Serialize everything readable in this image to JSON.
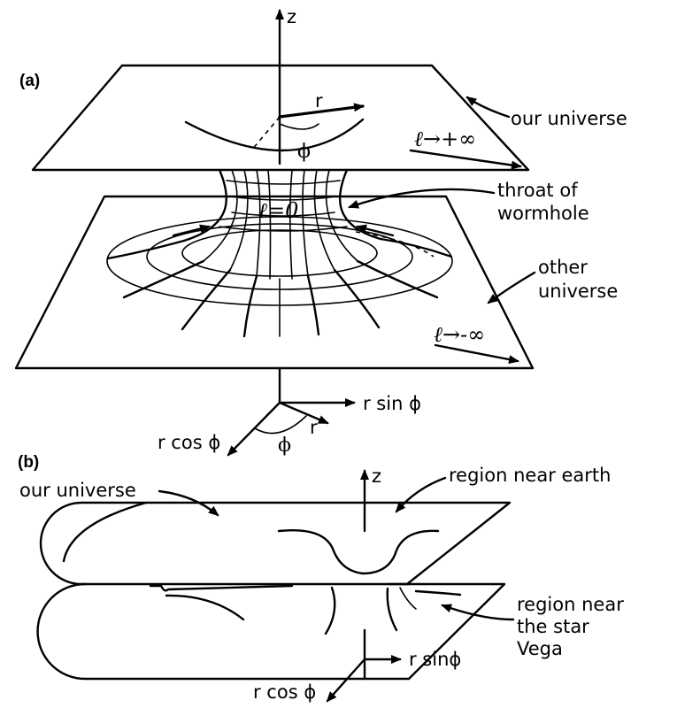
{
  "panel_a": {
    "tag": "(a)",
    "z": "z",
    "r": "r",
    "phi": "ϕ",
    "our_universe": "our universe",
    "ell_plus": "ℓ→+∞",
    "ell_zero": "ℓ=0",
    "throat_line1": "throat of",
    "throat_line2": "wormhole",
    "other_line1": "other",
    "other_line2": "universe",
    "ell_minus": "ℓ→-∞",
    "axis_rsin": "r sin ϕ",
    "axis_r": "r",
    "axis_rcos": "r cos ϕ",
    "axis_phi": "ϕ"
  },
  "panel_b": {
    "tag": "(b)",
    "our_universe": "our universe",
    "z": "z",
    "region_earth": "region near earth",
    "region_vega_1": "region near",
    "region_vega_2": "the star",
    "region_vega_3": "Vega",
    "axis_rsin": "r sinϕ",
    "axis_rcos": "r cos ϕ"
  }
}
